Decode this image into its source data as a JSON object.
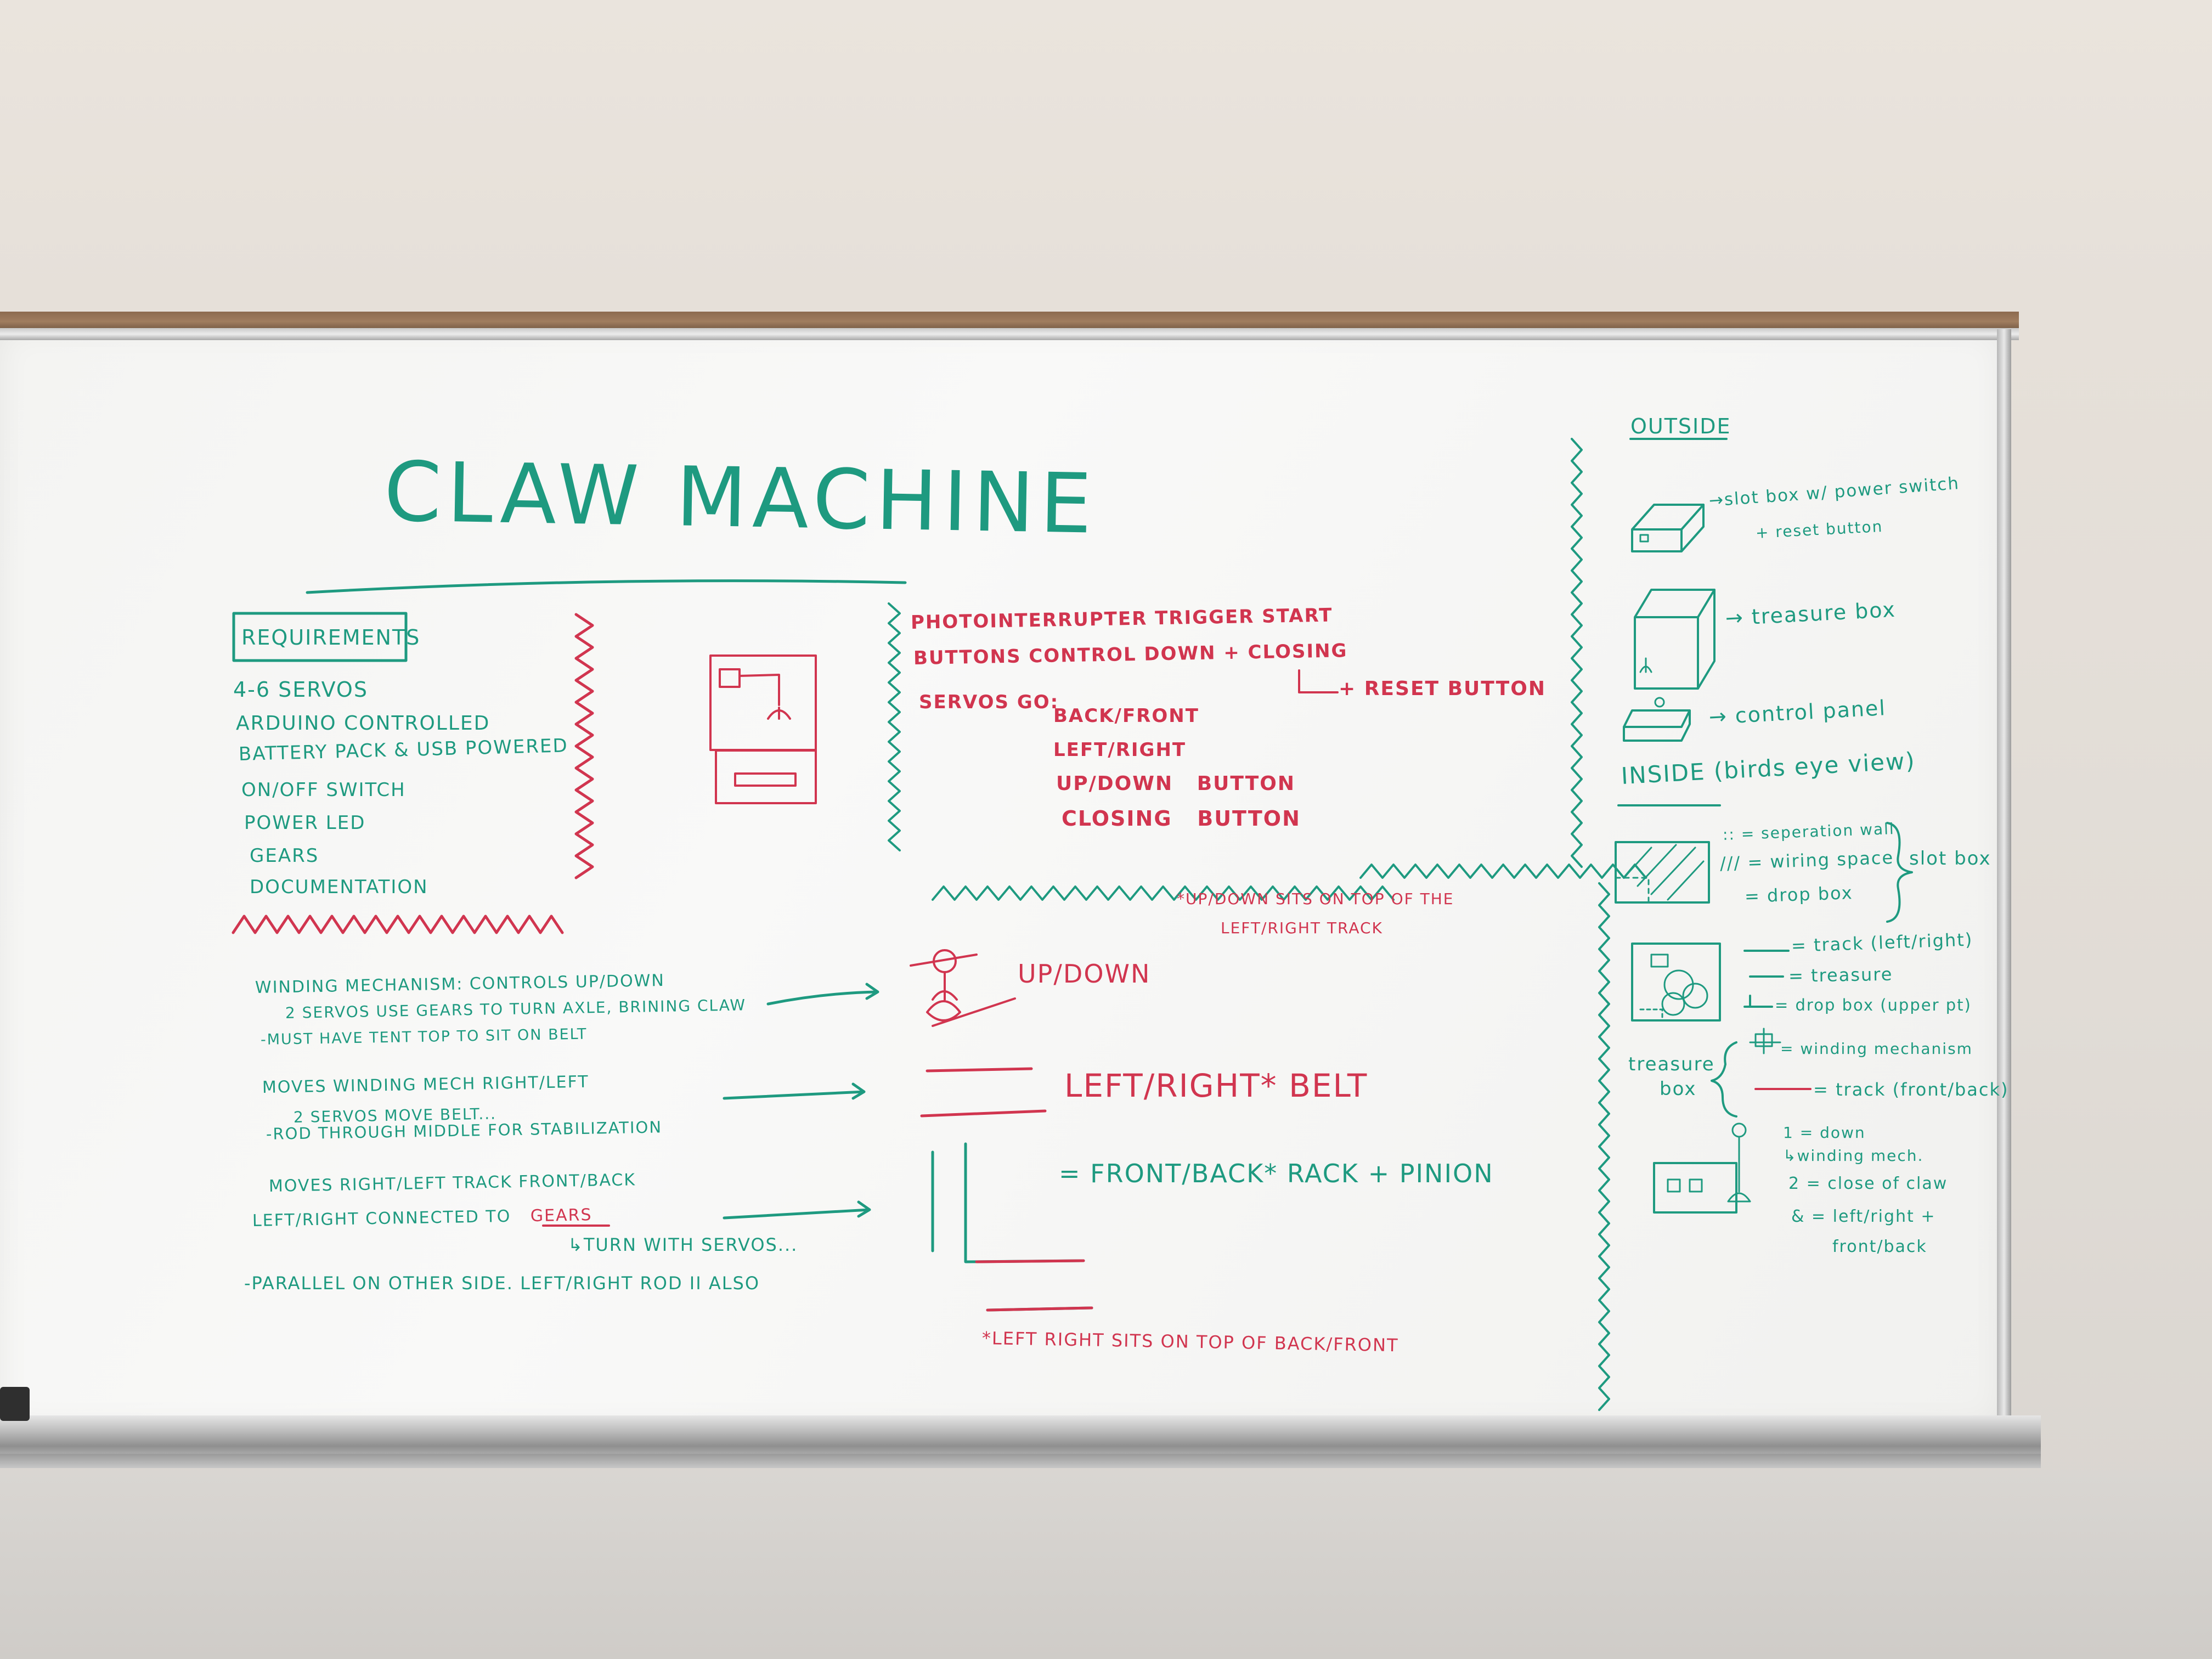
{
  "title": "CLAW MACHINE",
  "requirements": {
    "heading": "REQUIREMENTS",
    "items": [
      "4-6 SERVOS",
      "ARDUINO CONTROLLED",
      "BATTERY PACK & USB POWERED",
      "ON/OFF SWITCH",
      "POWER LED",
      "GEARS",
      "DOCUMENTATION"
    ]
  },
  "controls": {
    "line1": "PHOTOINTERRUPTER TRIGGER START",
    "line2": "BUTTONS CONTROL DOWN + CLOSING",
    "reset": "+ RESET BUTTON",
    "servos_label": "SERVOS GO:",
    "servos": [
      "BACK/FRONT",
      "LEFT/RIGHT",
      "UP/DOWN   BUTTON",
      "CLOSING   BUTTON"
    ],
    "note": "*UP/DOWN SITS ON TOP OF THE",
    "note2": "LEFT/RIGHT TRACK"
  },
  "mechanisms": {
    "winding1": "WINDING MECHANISM: CONTROLS UP/DOWN",
    "winding2": "2 SERVOS USE GEARS TO TURN AXLE, BRINING CLAW",
    "winding3": "-MUST HAVE TENT TOP TO SIT ON BELT",
    "moves1": "MOVES WINDING MECH RIGHT/LEFT",
    "moves2": "2 SERVOS MOVE BELT...",
    "moves3": "-ROD THROUGH MIDDLE FOR STABILIZATION",
    "track1": "MOVES RIGHT/LEFT TRACK FRONT/BACK",
    "track2": "LEFT/RIGHT CONNECTED TO",
    "track2b": "GEARS",
    "track3": "↳TURN WITH SERVOS...",
    "parallel": "-PARALLEL ON OTHER SIDE. LEFT/RIGHT ROD II ALSO"
  },
  "labels": {
    "updown": "UP/DOWN",
    "leftright": "LEFT/RIGHT* BELT",
    "frontback": "= FRONT/BACK* RACK + PINION",
    "footnote": "*LEFT RIGHT SITS ON TOP OF BACK/FRONT"
  },
  "outside": {
    "heading": "OUTSIDE",
    "slot1": "→slot box w/ power switch",
    "slot2": "+ reset button",
    "treasure": "→ treasure box",
    "control": "→ control panel"
  },
  "inside": {
    "heading": "INSIDE (birds eye view)",
    "legend1": ":: = seperation wall",
    "legend2": "/// = wiring space",
    "legend3": "= drop box",
    "slotbox": "slot box",
    "track_lr": "= track (left/right)",
    "treasure": "= treasure",
    "dropbox": "= drop box (upper pt)",
    "winding": "= winding mechanism",
    "track_fb": "= track (front/back)",
    "treasure_box1": "treasure",
    "treasure_box2": "box",
    "k1": "1 = down",
    "k2": "↳winding mech.",
    "k3": "2 = close of claw",
    "k4": "& = left/right +",
    "k5": "front/back"
  }
}
